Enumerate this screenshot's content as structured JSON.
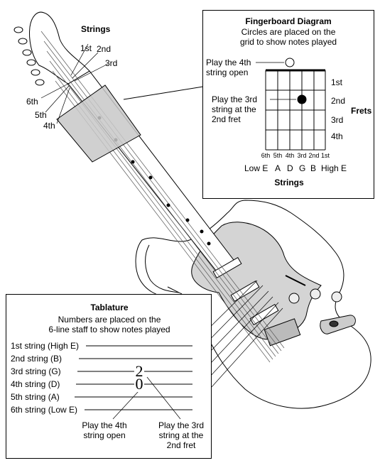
{
  "guitar_labels": {
    "strings_title": "Strings",
    "string_1st": "1st",
    "string_2nd": "2nd",
    "string_3rd": "3rd",
    "string_4th": "4th",
    "string_5th": "5th",
    "string_6th": "6th"
  },
  "fingerboard": {
    "title": "Fingerboard Diagram",
    "subtitle_line1": "Circles are placed on the",
    "subtitle_line2": "grid to show notes played",
    "open_line1": "Play the 4th",
    "open_line2": "string open",
    "fret_note_line1": "Play the 3rd",
    "fret_note_line2": "string at the",
    "fret_note_line3": "2nd fret",
    "fret_labels": [
      "1st",
      "2nd",
      "3rd",
      "4th"
    ],
    "frets_title": "Frets",
    "string_numbers": [
      "6th",
      "5th",
      "4th",
      "3rd",
      "2nd",
      "1st"
    ],
    "note_names": [
      "Low E",
      "A",
      "D",
      "G",
      "B",
      "High E"
    ],
    "strings_title": "Strings"
  },
  "tablature": {
    "title": "Tablature",
    "subtitle_line1": "Numbers are placed on the",
    "subtitle_line2": "6-line staff to show notes played",
    "lines": [
      "1st string (High E)",
      "2nd string (B)",
      "3rd string (G)",
      "4th string (D)",
      "5th string (A)",
      "6th string (Low E)"
    ],
    "number_on_3rd": "2",
    "number_on_4th": "0",
    "open_line1": "Play the 4th",
    "open_line2": "string open",
    "fret_line1": "Play the 3rd",
    "fret_line2": "string at the",
    "fret_line3": "2nd fret"
  },
  "colors": {
    "ink": "#000000",
    "body_fill": "#ffffff",
    "pickguard": "#d4d4d4",
    "highlight": "#c8c8c8"
  }
}
